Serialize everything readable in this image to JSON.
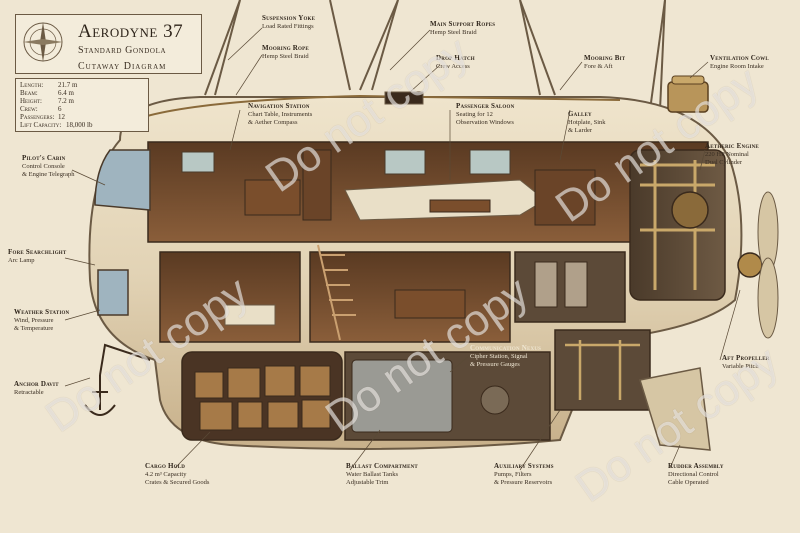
{
  "title": {
    "main": "Aerodyne 37",
    "subtitle": "Standard Gondola",
    "diagram": "Cutaway Diagram"
  },
  "specs": [
    {
      "label": "Length:",
      "value": "21.7 m"
    },
    {
      "label": "Beam:",
      "value": "6.4 m"
    },
    {
      "label": "Height:",
      "value": "7.2 m"
    },
    {
      "label": "Crew:",
      "value": "6"
    },
    {
      "label": "Passengers:",
      "value": "12"
    },
    {
      "label": "Lift Capacity:",
      "value": "18,000 lb"
    }
  ],
  "callouts": {
    "suspension_yoke": {
      "title": "Suspension Yoke",
      "desc": "Load Rated Fittings"
    },
    "mooring_rope": {
      "title": "Mooring Rope",
      "desc": "Hemp Steel Braid"
    },
    "main_support_ropes": {
      "title": "Main Support Ropes",
      "desc": "Hemp Steel Braid"
    },
    "drop_hatch": {
      "title": "Drop Hatch",
      "desc": "Crew Access"
    },
    "mooring_bit": {
      "title": "Mooring Bit",
      "desc": "Fore & Aft"
    },
    "ventilation_cowl": {
      "title": "Ventilation Cowl",
      "desc": "Engine Room Intake"
    },
    "navigation_station": {
      "title": "Navigation Station",
      "desc": "Chart Table, Instruments",
      "desc2": "& Aether Compass"
    },
    "passenger_saloon": {
      "title": "Passenger Saloon",
      "desc": "Seating for 12",
      "desc2": "Observation Windows"
    },
    "galley": {
      "title": "Galley",
      "desc": "Hotplate, Sink",
      "desc2": "& Larder"
    },
    "pilots_cabin": {
      "title": "Pilot's Cabin",
      "desc": "Control Console",
      "desc2": "& Engine Telegraph"
    },
    "aetheric_engine": {
      "title": "Aetheric Engine",
      "desc": "220 HP Nominal",
      "desc2": "Dual Cylinder"
    },
    "fore_searchlight": {
      "title": "Fore Searchlight",
      "desc": "Arc Lamp"
    },
    "weather_station": {
      "title": "Weather Station",
      "desc": "Wind, Pressure",
      "desc2": "& Temperature"
    },
    "communication_nexus": {
      "title": "Communication Nexus",
      "desc": "Cipher Station, Signal",
      "desc2": "& Pressure Gauges"
    },
    "anchor_davit": {
      "title": "Anchor Davit",
      "desc": "Retractable"
    },
    "aft_propeller": {
      "title": "Aft Propeller",
      "desc": "Variable Pitch"
    },
    "cargo_hold": {
      "title": "Cargo Hold",
      "desc": "4.2 m³ Capacity",
      "desc2": "Crates & Secured Goods"
    },
    "ballast_compartment": {
      "title": "Ballast Compartment",
      "desc": "Water Ballast Tanks",
      "desc2": "Adjustable Trim"
    },
    "auxiliary_systems": {
      "title": "Auxiliary Systems",
      "desc": "Pumps, Filters",
      "desc2": "& Pressure Reservoirs"
    },
    "rudder_assembly": {
      "title": "Rudder Assembly",
      "desc": "Directional Control",
      "desc2": "Cable Operated"
    }
  },
  "watermark": "Do not copy",
  "colors": {
    "paper": "#efe6d2",
    "hull": "#e6d9bf",
    "wood": "#8a5a34",
    "brass": "#b08a4a",
    "ink": "#3a2e22"
  }
}
